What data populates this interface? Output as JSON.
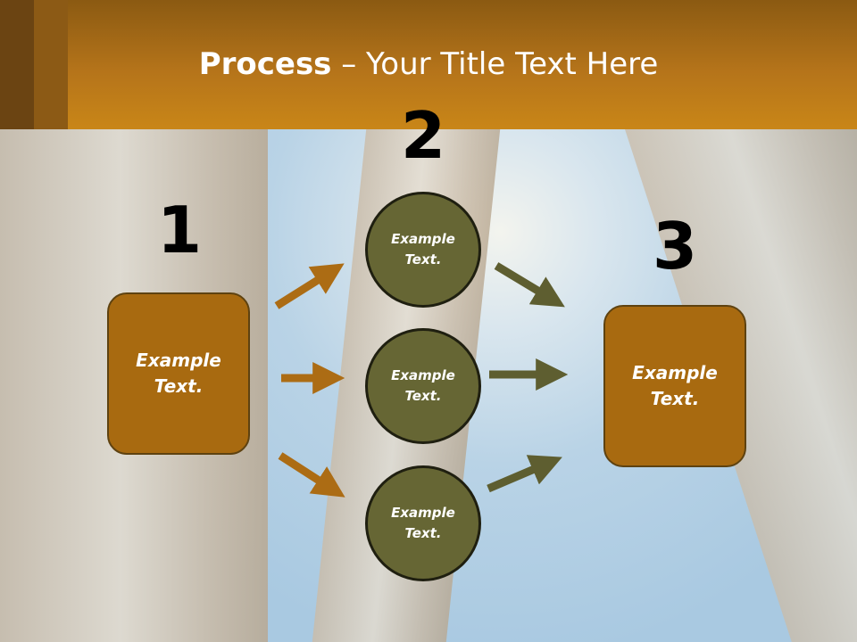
{
  "slide": {
    "title_bold": "Process",
    "title_rest": " – Your Title Text Here",
    "colors": {
      "header": "#c98618",
      "box_fill": "#a86a10",
      "circle_fill": "#666634",
      "arrow_brown": "#ac6c14",
      "arrow_olive": "#5e5e30"
    }
  },
  "steps": {
    "step1": {
      "number": "1",
      "label": "Example\nText."
    },
    "step2": {
      "number": "2",
      "labels": [
        "Example\nText.",
        "Example\nText.",
        "Example\nText."
      ]
    },
    "step3": {
      "number": "3",
      "label": "Example\nText."
    }
  }
}
